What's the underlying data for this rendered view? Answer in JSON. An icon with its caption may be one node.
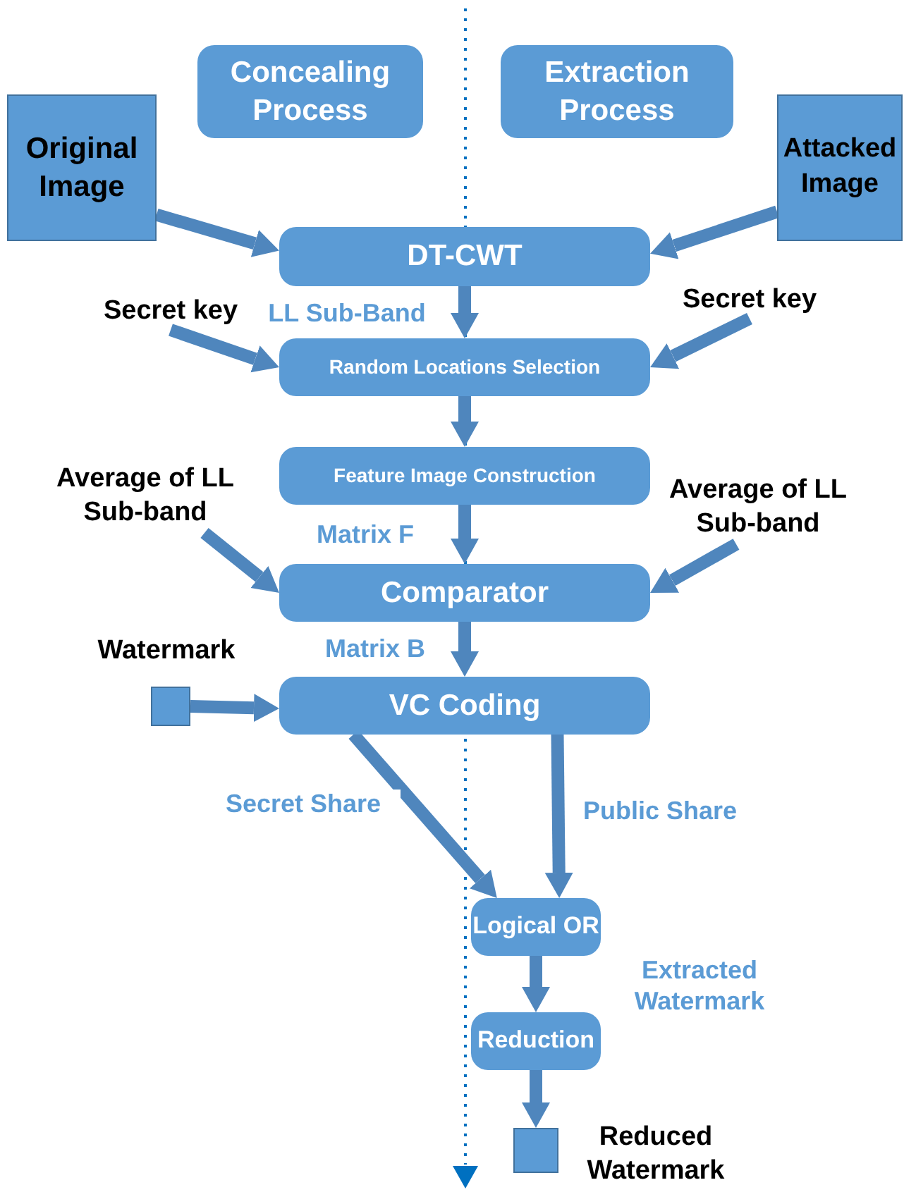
{
  "diagram": {
    "nodes": [
      {
        "text": [
          "Concealing Process"
        ]
      },
      {
        "text": [
          "Extraction Process"
        ]
      },
      {
        "text": [
          "Original Image"
        ]
      },
      {
        "text": [
          "Attacked Image"
        ]
      },
      {
        "text": [
          "DT-CWT"
        ]
      },
      {
        "text": [
          "Random Locations Selection"
        ]
      },
      {
        "text": [
          "Feature Image Construction"
        ]
      },
      {
        "text": [
          "Comparator"
        ]
      },
      {
        "text": [
          "VC Coding"
        ]
      },
      {
        "text": [],
        "shape": "box",
        "beside": [
          "Watermark"
        ]
      },
      {
        "text": [
          "Logical OR"
        ]
      },
      {
        "text": [
          "Reduction"
        ]
      },
      {
        "text": [],
        "shape": "box",
        "beside": [
          "Reduced Watermark"
        ]
      },
      {
        "text": [
          "Secret key"
        ]
      },
      {
        "text": [
          "Secret key"
        ]
      },
      {
        "text": [
          "Average of LL Sub-band"
        ]
      },
      {
        "text": [
          "Average of LL Sub-band"
        ]
      }
    ],
    "edges": [
      {
        "from": 2,
        "to": 4,
        "arrow": "to"
      },
      {
        "from": 3,
        "to": 4,
        "arrow": "to"
      },
      {
        "from": 4,
        "to": 5,
        "arrow": "to",
        "label": "LL Sub-Band"
      },
      {
        "from": 13,
        "to": 5,
        "arrow": "to"
      },
      {
        "from": 14,
        "to": 5,
        "arrow": "to"
      },
      {
        "from": 5,
        "to": 6,
        "arrow": "to"
      },
      {
        "from": 6,
        "to": 7,
        "arrow": "to",
        "label": "Matrix F"
      },
      {
        "from": 15,
        "to": 7,
        "arrow": "to"
      },
      {
        "from": 16,
        "to": 7,
        "arrow": "to"
      },
      {
        "from": 7,
        "to": 8,
        "arrow": "to",
        "label": "Matrix B"
      },
      {
        "from": 9,
        "to": 8,
        "arrow": "to"
      },
      {
        "from": 8,
        "to": 10,
        "arrow": "to",
        "label": "Secret Share"
      },
      {
        "from": 8,
        "to": 10,
        "arrow": "to",
        "label": "Public Share"
      },
      {
        "from": 10,
        "to": 11,
        "arrow": "to",
        "label": "Extracted Watermark"
      },
      {
        "from": 11,
        "to": 12,
        "arrow": "to"
      }
    ]
  }
}
